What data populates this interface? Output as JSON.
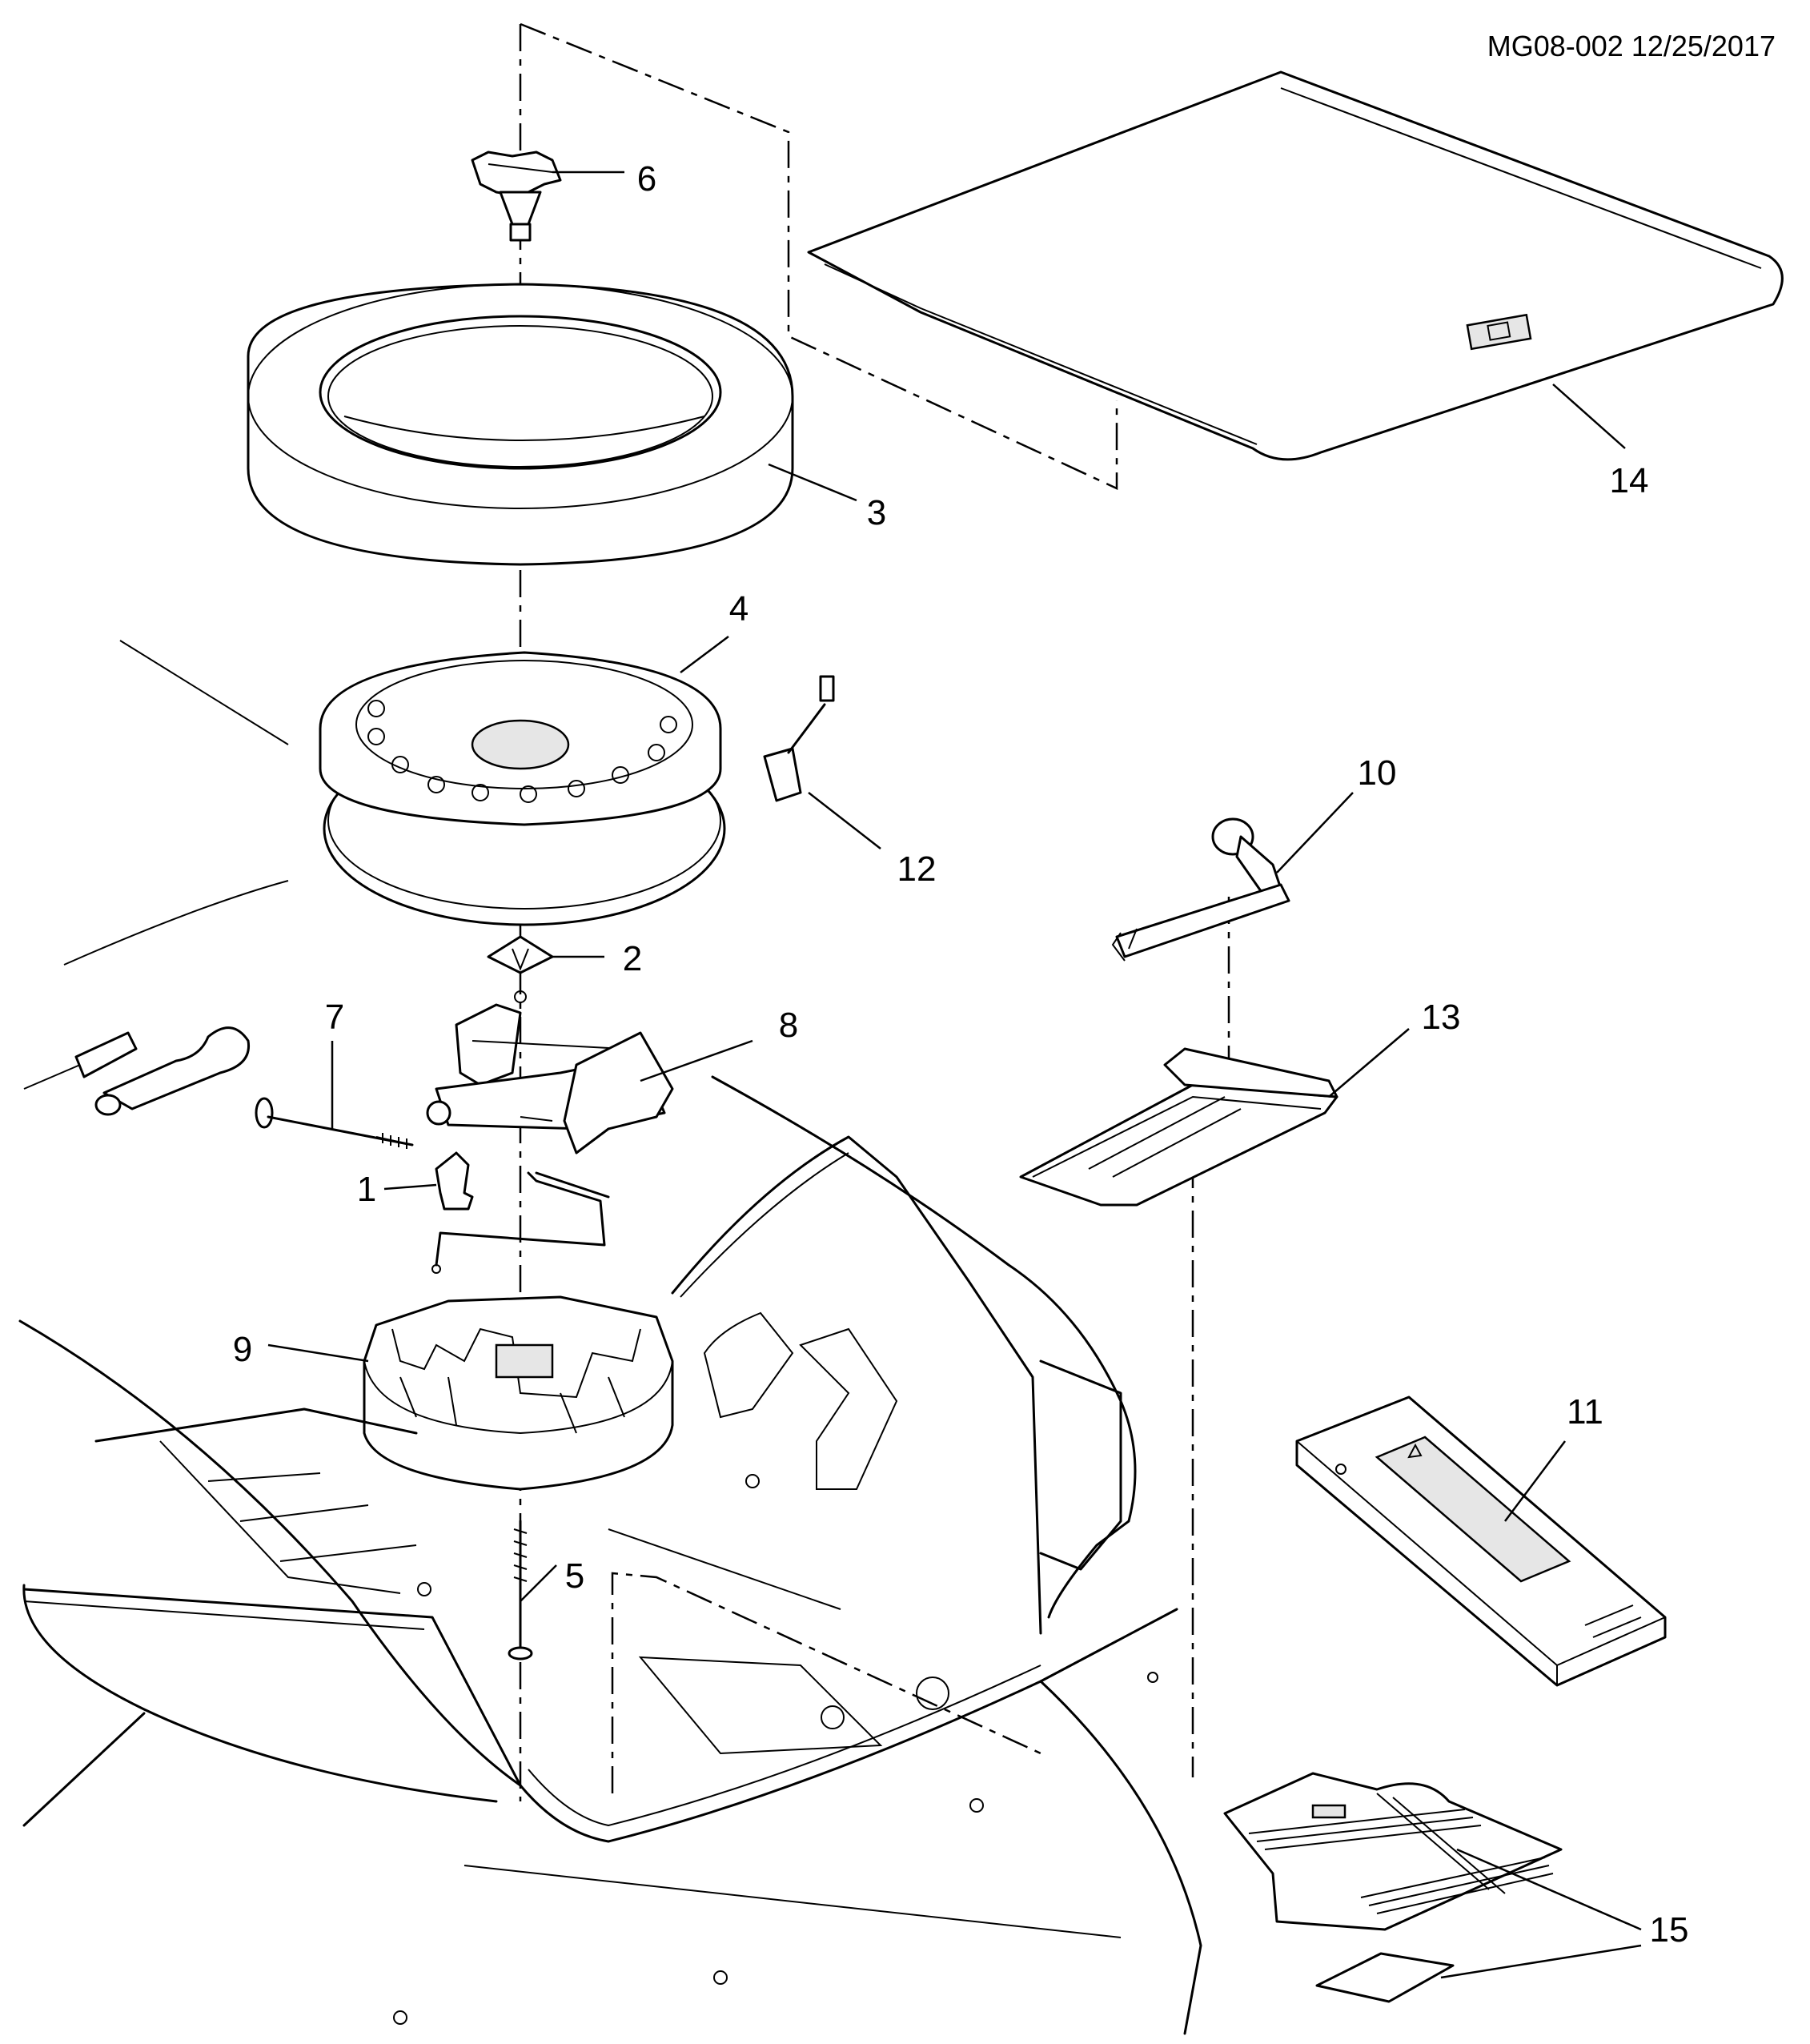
{
  "diagram": {
    "reference": "MG08-002 12/25/2017",
    "callouts": [
      "1",
      "2",
      "3",
      "4",
      "5",
      "6",
      "7",
      "8",
      "9",
      "10",
      "11",
      "12",
      "13",
      "14",
      "15"
    ]
  }
}
